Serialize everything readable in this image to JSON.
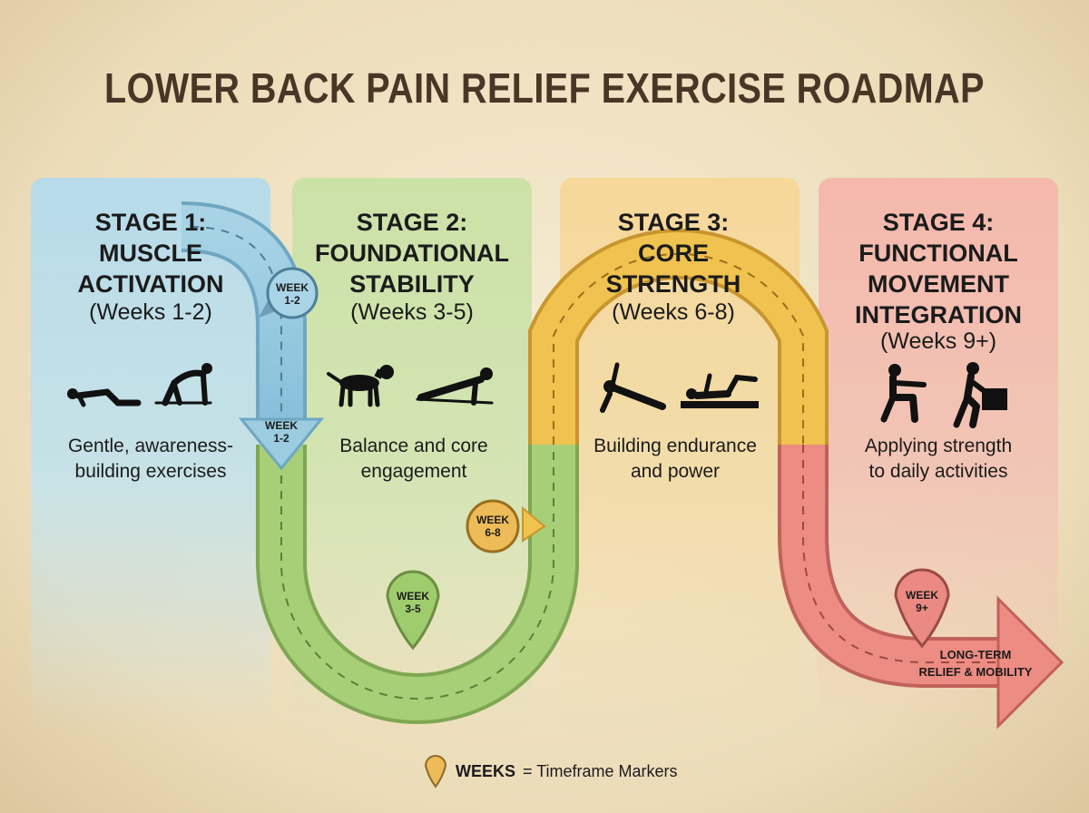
{
  "title": "LOWER BACK PAIN RELIEF EXERCISE ROADMAP",
  "stages": [
    {
      "heading": [
        "STAGE 1:",
        "MUSCLE",
        "ACTIVATION"
      ],
      "weeks": "(Weeks 1-2)",
      "description": [
        "Gentle, awareness-",
        "building exercises"
      ],
      "icons": [
        "prone-lying-icon",
        "cat-cow-icon"
      ],
      "color": "#8ec3dc"
    },
    {
      "heading": [
        "STAGE 2:",
        "FOUNDATIONAL",
        "STABILITY"
      ],
      "weeks": "(Weeks 3-5)",
      "description": [
        "Balance and core",
        "engagement"
      ],
      "icons": [
        "bird-dog-icon",
        "plank-icon"
      ],
      "color": "#9fcc6d"
    },
    {
      "heading": [
        "STAGE 3:",
        "CORE",
        "STRENGTH"
      ],
      "weeks": "(Weeks 6-8)",
      "description": [
        "Building endurance",
        "and power"
      ],
      "icons": [
        "side-plank-icon",
        "dead-bug-icon"
      ],
      "color": "#eeb949"
    },
    {
      "heading": [
        "STAGE 4:",
        "FUNCTIONAL",
        "MOVEMENT",
        "INTEGRATION"
      ],
      "weeks": "(Weeks 9+)",
      "description": [
        "Applying strength",
        "to daily activities"
      ],
      "icons": [
        "squat-icon",
        "lifting-box-icon"
      ],
      "color": "#ea8a80"
    }
  ],
  "markers": [
    {
      "line1": "WEEK",
      "line2": "1-2"
    },
    {
      "line1": "WEEK",
      "line2": "1-2"
    },
    {
      "line1": "WEEK",
      "line2": "3-5"
    },
    {
      "line1": "WEEK",
      "line2": "6-8"
    },
    {
      "line1": "WEEK",
      "line2": "9+"
    }
  ],
  "end_label": [
    "LONG-TERM",
    "RELIEF & MOBILITY"
  ],
  "legend": {
    "bold": "WEEKS",
    "text": "= Timeframe Markers"
  }
}
